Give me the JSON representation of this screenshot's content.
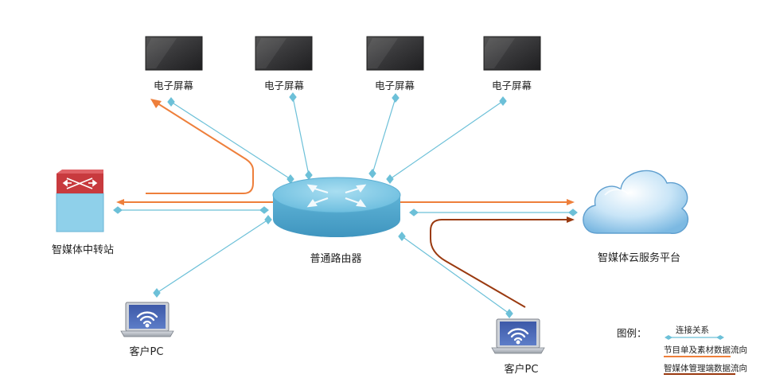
{
  "nodes": {
    "screens": [
      {
        "label": "电子屏幕"
      },
      {
        "label": "电子屏幕"
      },
      {
        "label": "电子屏幕"
      },
      {
        "label": "电子屏幕"
      }
    ],
    "router": {
      "label": "普通路由器"
    },
    "station": {
      "label": "智媒体中转站"
    },
    "cloud": {
      "label": "智媒体云服务平台"
    },
    "pcs": [
      {
        "label": "客户PC"
      },
      {
        "label": "客户PC"
      }
    ]
  },
  "legend": {
    "title": "图例：",
    "items": [
      {
        "label": "连接关系",
        "color": "#6cc0d8"
      },
      {
        "label": "节目单及素材数据流向",
        "color": "#ee7f3b"
      },
      {
        "label": "智媒体管理端数据流向",
        "color": "#9a3a10"
      }
    ]
  },
  "colors": {
    "connection": "#6cc0d8",
    "program_flow": "#ee7f3b",
    "management_flow": "#9a3a10",
    "router": "#6bbad8",
    "cloud": "#a9d3ef",
    "station_top": "#c83a3e",
    "station_body": "#8fd0ea"
  }
}
